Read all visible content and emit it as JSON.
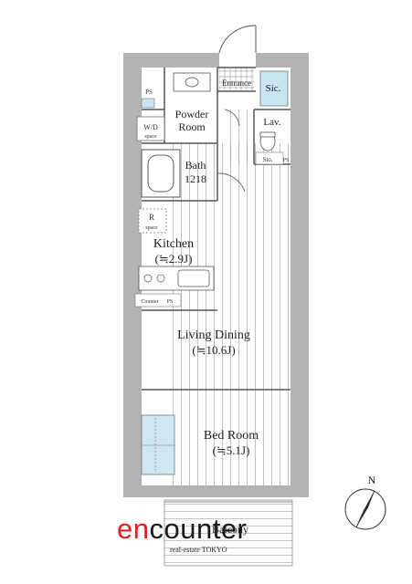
{
  "rooms": {
    "entrance": "Entrance",
    "sic": "Sic.",
    "ps_top": "PS",
    "powder_room_line1": "Powder",
    "powder_room_line2": "Room",
    "wd_line1": "W/D",
    "wd_line2": "space",
    "lav": "Lav.",
    "sto": "Sto.",
    "ps_sto": "PS",
    "bath_line1": "Bath",
    "bath_line2": "1218",
    "r_space_line1": "R",
    "r_space_line2": "space",
    "kitchen_line1": "Kitchen",
    "kitchen_line2": "(≒2.9J)",
    "counter": "Counter",
    "ps_counter": "PS",
    "living_line1": "Living Dining",
    "living_line2": "(≒10.6J)",
    "bed_line1": "Bed Room",
    "bed_line2": "(≒5.1J)",
    "balcony": "Balcony"
  },
  "compass": {
    "label": "N"
  },
  "logo": {
    "part_red": "en",
    "part_black": "counter",
    "subtitle": "real-estate TOKYO"
  },
  "colors": {
    "wall": "#b3b3b3",
    "sic_fill": "#c9e4f2",
    "logo_red": "#e02020",
    "closet_blue": "#cfe6f3"
  }
}
